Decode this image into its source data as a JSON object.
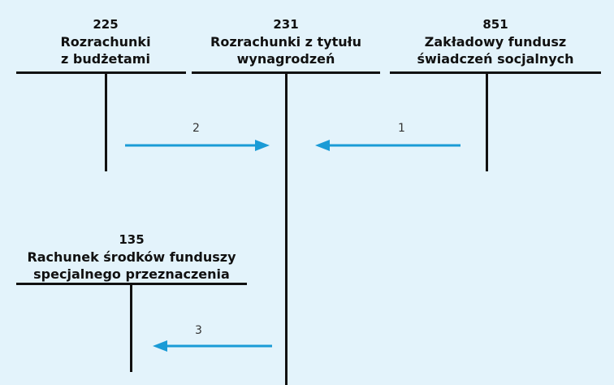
{
  "accounts": [
    {
      "number": "225",
      "name_line1": "Rozrachunki",
      "name_line2": "z budżetami"
    },
    {
      "number": "231",
      "name_line1": "Rozrachunki z tytułu",
      "name_line2": "wynagrodzeń"
    },
    {
      "number": "851",
      "name_line1": "Zakładowy fundusz",
      "name_line2": "świadczeń socjalnych"
    },
    {
      "number": "135",
      "name_line1": "Rachunek środków funduszy",
      "name_line2": "specjalnego przeznaczenia"
    }
  ],
  "flows": [
    {
      "label": "1",
      "from": "851",
      "to": "231"
    },
    {
      "label": "2",
      "from": "225",
      "to": "231"
    },
    {
      "label": "3",
      "from": "231",
      "to": "135"
    }
  ],
  "colors": {
    "background": "#e3f3fb",
    "arrow": "#1a9bd6",
    "line": "#111111"
  }
}
